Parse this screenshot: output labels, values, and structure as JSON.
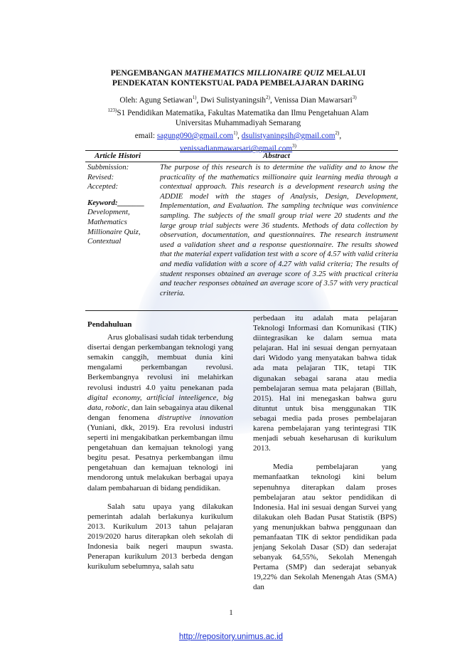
{
  "paper": {
    "title_line1_a": "PENGEMBANGAN ",
    "title_line1_italic": "MATHEMATICS MILLIONAIRE QUIZ",
    "title_line1_b": " MELALUI",
    "title_line2": "PENDEKATAN KONTEKSTUAL PADA PEMBELAJARAN DARING",
    "authors_prefix": "Oleh: Agung Setiawan",
    "author1_sup": "1)",
    "author2": ", Dwi Sulistyaningsih",
    "author2_sup": "2)",
    "author3": ", Venissa Dian Mawarsari",
    "author3_sup": "3)",
    "affil_sup": "123)",
    "affiliation_1": "S1 Pendidikan  Matematika, Fakultas Matematika dan Ilmu Pengetahuan Alam",
    "affiliation_2": "Universitas Muhammadiyah Semarang",
    "email_label": "email: ",
    "email1": "sagung090@gmail.com",
    "email1_sup": "1)",
    "email2": "dsulistyaningsih@gmail.com",
    "email2_sup": "2)",
    "email3": "venissadianmawarsari@gmail.com",
    "email3_sup": "3)",
    "article_history_header": "Article Histori",
    "abstract_header": "Abstract",
    "submission_label": "Subbmission:",
    "revised_label": "Revised:",
    "accepted_label": "Accepted:",
    "keyword_label": "Keyword:_______",
    "keyword_values": "Development, Mathematics Millionaire Quiz, Contextual",
    "abstract_text": "The purpose of this research is to determine the validity and to know the practicality of the mathematics millionaire quiz learning media through a contextual approach. This research is a development research using the ADDIE model with the stages of Analysis, Design, Development, Implementation, and Evaluation. The sampling technique was convinience sampling. The subjects of the small group trial were 20 students and the large group trial subjects were 36 students. Methods of data collection by observation, documentation, and questionnaires. The research instrument used a validation sheet and a response questionnaire. The results showed that the material expert validation test with a score of 4.57 with valid criteria and media validation with a score of 4.27 with valid criteria; The results of student responses obtained an average score of 3.25 with practical criteria and teacher responses obtained an average score of 3.57 with very practical criteria.",
    "section_title": "Pendahuluan",
    "left_p1_a": "Arus globalisasi sudah tidak terbendung disertai dengan perkembangan teknologi yang semakin canggih, membuat dunia kini mengalami perkembangan revolusi. Berkembangnya revolusi ini melahirkan revolusi industri 4.0 yaitu penekanan pada ",
    "left_p1_i1": "digital economy, artificial inteeligence, big data, robotic",
    "left_p1_b": ", dan lain sebagainya atau dikenal dengan fenomena ",
    "left_p1_i2": "distruptive innovation",
    "left_p1_c": " (Yuniani, dkk, 2019). Era revolusi industri seperti ini mengakibatkan perkembangan ilmu pengetahuan dan kemajuan teknologi yang begitu pesat. Pesatnya perkembangan ilmu pengetahuan dan kemajuan teknologi ini mendorong untuk melakukan berbagai upaya dalam pembaharuan di bidang pendidikan.",
    "left_p2": "Salah satu upaya yang dilakukan pemerintah adalah berlakunya kurikulum 2013. Kurikulum 2013 tahun pelajaran 2019/2020 harus diterapkan oleh sekolah di Indonesia baik negeri maupun swasta. Penerapan kurikulum 2013 berbeda dengan kurikulum sebelumnya, salah satu",
    "right_p1": "perbedaan itu adalah mata pelajaran Teknologi Informasi dan Komunikasi (TIK) diintegrasikan ke dalam semua mata pelajaran. Hal ini sesuai dengan pernyataan dari Widodo yang menyatakan bahwa tidak ada mata pelajaran TIK, tetapi TIK digunakan sebagai sarana atau media pembelajaran semua mata pelajaran (Billah, 2015). Hal ini menegaskan bahwa guru dituntut untuk bisa menggunakan TIK sebagai media pada proses pembelajaran karena pembelajaran yang terintegrasi TIK menjadi sebuah keseharusan di kurikulum 2013.",
    "right_p2": "Media pembelajaran yang memanfaatkan teknologi kini belum sepenuhnya diterapkan dalam proses pembelajaran atau sektor pendidikan di Indonesia. Hal ini sesuai dengan Survei yang dilakukan oleh Badan Pusat Statistik (BPS) yang menunjukkan bahwa penggunaan dan pemanfaatan TIK di sektor pendidikan pada jenjang Sekolah Dasar (SD) dan sederajat sebanyak 64,55%, Sekolah Menengah Pertama (SMP) dan sederajat sebanyak 19,22% dan Sekolah Menengah Atas (SMA) dan",
    "page_number": "1",
    "footer_url": "http://repository.unimus.ac.id"
  }
}
